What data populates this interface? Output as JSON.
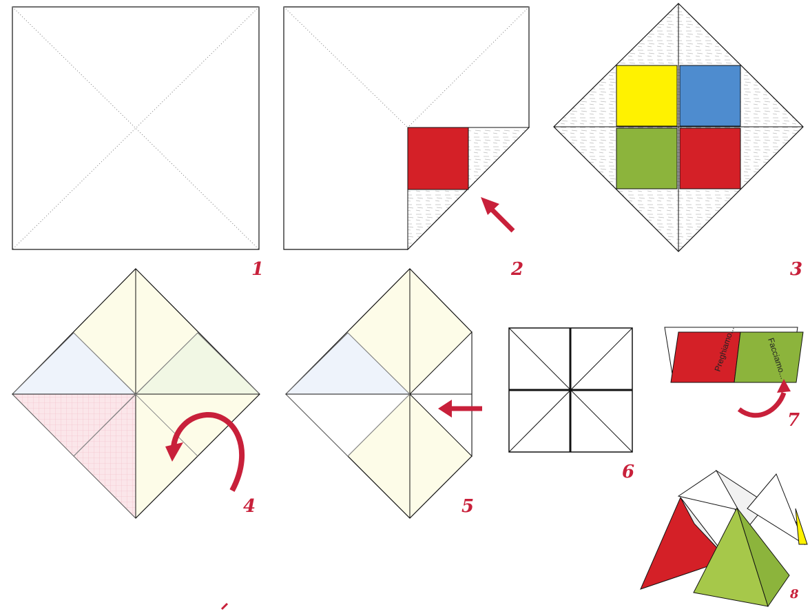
{
  "colors": {
    "red": "#d42027",
    "yellow": "#fff200",
    "blue": "#4e8ccf",
    "green": "#8cb43c",
    "green_light": "#a6c84a",
    "arrow": "#c8203a",
    "line": "#111111"
  },
  "steps": [
    {
      "number": "1"
    },
    {
      "number": "2"
    },
    {
      "number": "3"
    },
    {
      "number": "4"
    },
    {
      "number": "5"
    },
    {
      "number": "6"
    },
    {
      "number": "7"
    },
    {
      "number": "8"
    }
  ],
  "labels": {
    "pray": "Preghiamo...",
    "do": "Facciamo..."
  },
  "icons": {
    "arrow": "curved-arrow-icon"
  }
}
